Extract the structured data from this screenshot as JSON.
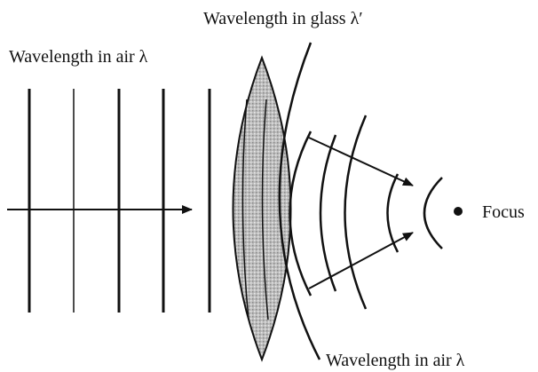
{
  "labels": {
    "glass_wavelength": "Wavelength in glass λ′",
    "air_wavelength_left": "Wavelength in air λ",
    "air_wavelength_right": "Wavelength in air λ",
    "focus": "Focus"
  },
  "colors": {
    "ink": "#111111",
    "lens_fill": "#b9b9b9",
    "background": "#ffffff"
  }
}
